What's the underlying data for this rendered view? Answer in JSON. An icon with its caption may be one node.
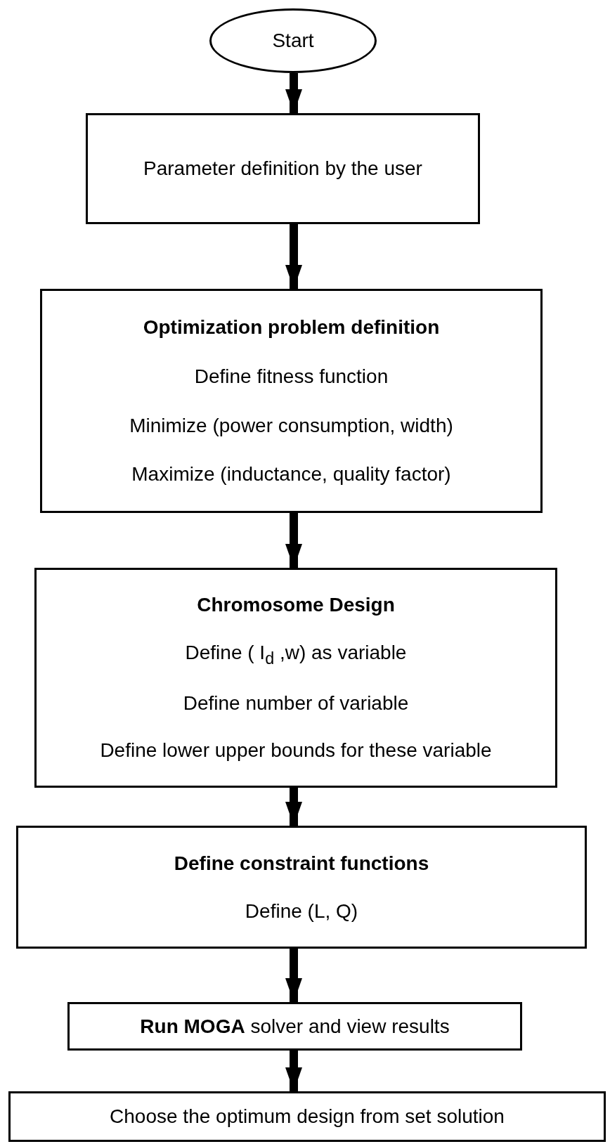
{
  "diagram": {
    "nodes": [
      {
        "text": [
          "Start"
        ]
      },
      {
        "text": [
          "Parameter definition by the user"
        ]
      },
      {
        "text": [
          "Optimization problem definition",
          "Define fitness function",
          "Minimize (power consumption, width)",
          "Maximize (inductance, quality factor)"
        ]
      },
      {
        "text": [
          "Chromosome Design",
          "Define ( I$_{d}$ ,w) as variable",
          "Define number of variable",
          "Define lower upper bounds for these variable"
        ]
      },
      {
        "text": [
          "Define constraint functions",
          "Define (L, Q)"
        ]
      },
      {
        "text": [
          "**Run MOGA** solver and view results"
        ]
      },
      {
        "text": [
          "Choose the optimum design from set solution"
        ]
      }
    ],
    "edges": [
      {
        "from": 0,
        "to": 1,
        "arrow": "to"
      },
      {
        "from": 1,
        "to": 2,
        "arrow": "to"
      },
      {
        "from": 2,
        "to": 3,
        "arrow": "to"
      },
      {
        "from": 3,
        "to": 4,
        "arrow": "to"
      },
      {
        "from": 4,
        "to": 5,
        "arrow": "to"
      },
      {
        "from": 5,
        "to": 6,
        "arrow": "to"
      }
    ]
  }
}
